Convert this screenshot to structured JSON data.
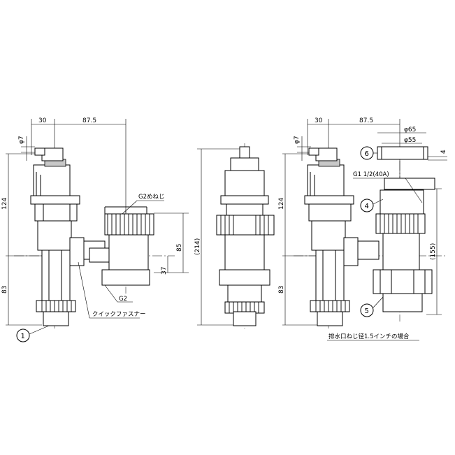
{
  "left_view": {
    "dim_30": "30",
    "dim_87_5": "87.5",
    "dim_phi7": "φ7",
    "dim_124": "124",
    "dim_83": "83",
    "dim_85": "85",
    "dim_37": "37",
    "label_g2_female": "G2めねじ",
    "label_g2": "G2",
    "label_quick_fastener": "クイックファスナー",
    "callout_1": "1"
  },
  "middle_view": {
    "dim_214": "(214)"
  },
  "right_view": {
    "dim_30": "30",
    "dim_87_5": "87.5",
    "dim_phi7": "φ7",
    "dim_phi65": "φ65",
    "dim_phi55": "φ55",
    "dim_4": "4",
    "dim_124": "124",
    "dim_83": "83",
    "dim_155": "(155)",
    "label_g1_half": "G1 1/2(40A)",
    "callout_6": "6",
    "callout_4": "4",
    "callout_5": "5",
    "caption": "排水口ねじ径1.5インチの場合"
  }
}
